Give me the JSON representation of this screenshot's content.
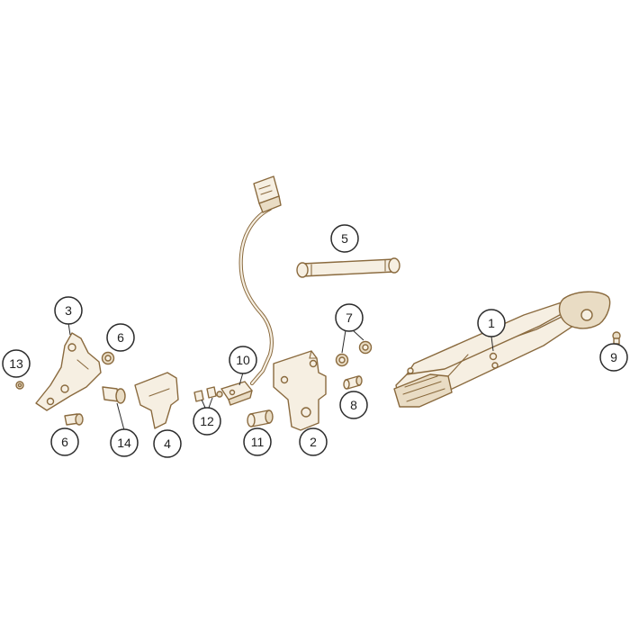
{
  "callouts": {
    "c1": "1",
    "c2": "2",
    "c3": "3",
    "c4": "4",
    "c5": "5",
    "c6a": "6",
    "c6b": "6",
    "c7": "7",
    "c8": "8",
    "c9": "9",
    "c10": "10",
    "c11": "11",
    "c12": "12",
    "c13": "13",
    "c14": "14"
  },
  "colors": {
    "part_fill": "#f6efe2",
    "part_stroke": "#8a6a3e",
    "callout_stroke": "#2a2a2a",
    "background": "#ffffff"
  }
}
